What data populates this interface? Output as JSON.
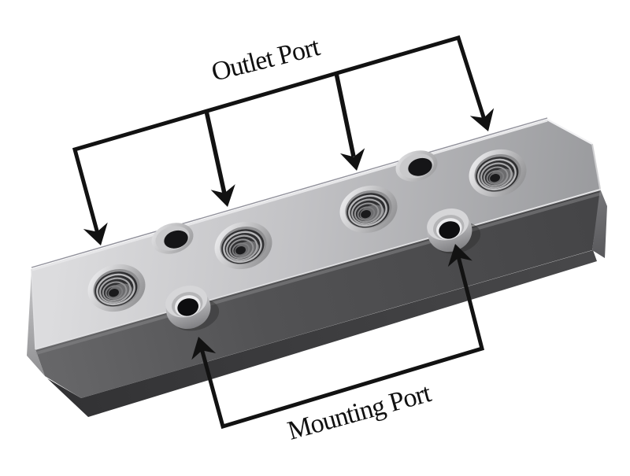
{
  "figure": {
    "type": "annotated-product-image",
    "subject": "metal pneumatic manifold block with threaded ports",
    "background_color": "#ffffff",
    "annotation_color": "#121212",
    "annotations": {
      "outlet": {
        "label": "Outlet Port",
        "arrow_count": 4
      },
      "mounting": {
        "label": "Mounting Port",
        "arrow_count": 2
      }
    },
    "features": {
      "outlet_ports_visible": 4,
      "mounting_ports_visible": 2,
      "countersunk_holes_visible": 2
    },
    "block_colors": {
      "top_face": "#b9b9bc",
      "front_face": "#4d4d4f",
      "left_face": "#b3b3b3",
      "right_face": "#646467",
      "bottom_bevel": "#3a3a3a",
      "port_bore": "#1c1c1c",
      "edge_highlight": "#e9e9ea"
    }
  }
}
